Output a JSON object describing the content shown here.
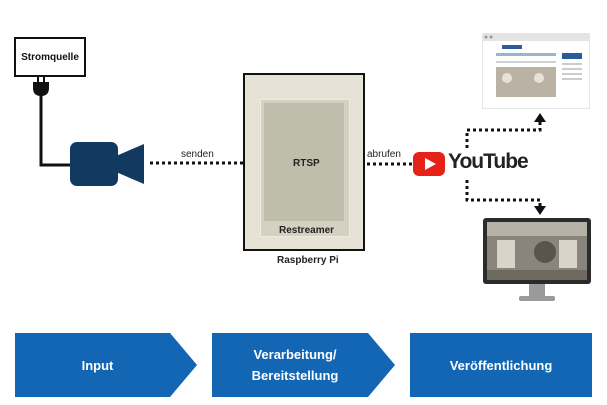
{
  "source": {
    "label": "Stromquelle"
  },
  "edges": {
    "send": "senden",
    "fetch": "abrufen"
  },
  "processor": {
    "inner": "RTSP",
    "service": "Restreamer",
    "device": "Raspberry Pi"
  },
  "platform": {
    "name": "YouTube"
  },
  "stages": [
    {
      "line1": "Input",
      "line2": ""
    },
    {
      "line1": "Verarbeitung/",
      "line2": "Bereitstellung"
    },
    {
      "line1": "Veröffentlichung",
      "line2": ""
    }
  ],
  "colors": {
    "band": "#1366b3",
    "camera": "#12395f",
    "youtube": "#e62117",
    "box_outer": "#e6e3d6",
    "box_inner": "#bfbdac"
  }
}
